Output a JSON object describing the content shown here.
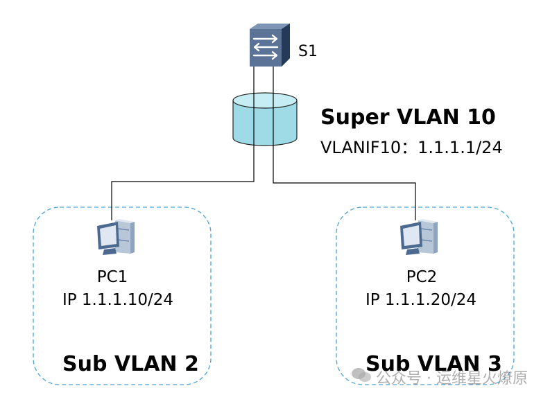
{
  "diagram": {
    "switch": {
      "label": "S1",
      "icon": "switch-icon"
    },
    "super_vlan": {
      "title": "Super VLAN 10",
      "interface": "VLANIF10：1.1.1.1/24",
      "icon": "vlan-cylinder-icon"
    },
    "sub_vlans": [
      {
        "label": "Sub VLAN 2",
        "pc": {
          "name": "PC1",
          "ip": "IP 1.1.1.10/24",
          "icon": "pc-icon"
        }
      },
      {
        "label": "Sub VLAN 3",
        "pc": {
          "name": "PC2",
          "ip": "IP 1.1.1.20/24",
          "icon": "pc-icon"
        }
      }
    ],
    "colors": {
      "vlan_border": "#4aa3d6",
      "cylinder_fill": "#9edbe6",
      "cylinder_top": "#c6edf3",
      "switch_fill": "#5a7396",
      "pc_fill": "#6b86a8"
    }
  },
  "watermark": {
    "text": "公众号 · 运维星火燎原",
    "icon": "wechat-icon"
  }
}
